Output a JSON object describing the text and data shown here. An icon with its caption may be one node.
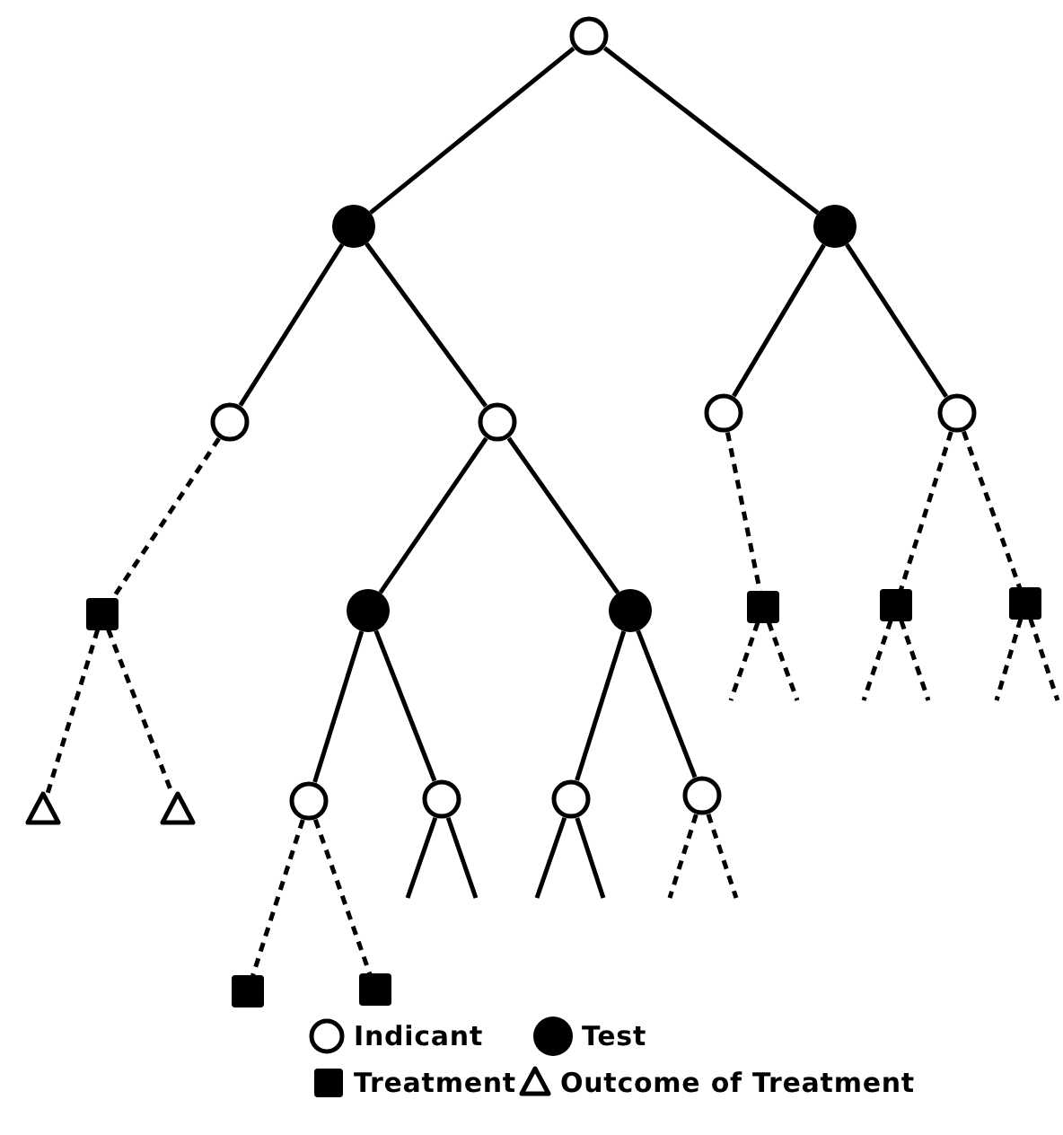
{
  "diagram": {
    "nodes": [
      {
        "text": [],
        "shape": "circle"
      },
      {
        "text": [],
        "shape": "dot"
      },
      {
        "text": [],
        "shape": "dot"
      },
      {
        "text": [],
        "shape": "circle"
      },
      {
        "text": [],
        "shape": "circle"
      },
      {
        "text": [],
        "shape": "circle"
      },
      {
        "text": [],
        "shape": "circle"
      },
      {
        "text": [],
        "shape": "square"
      },
      {
        "text": [],
        "shape": "dot"
      },
      {
        "text": [],
        "shape": "dot"
      },
      {
        "text": [],
        "shape": "square"
      },
      {
        "text": [],
        "shape": "square"
      },
      {
        "text": [],
        "shape": "square"
      },
      {
        "text": [],
        "shape": "triangle"
      },
      {
        "text": [],
        "shape": "triangle"
      },
      {
        "text": [],
        "shape": "circle"
      },
      {
        "text": [],
        "shape": "circle"
      },
      {
        "text": [],
        "shape": "circle"
      },
      {
        "text": [],
        "shape": "circle"
      },
      {
        "text": [],
        "shape": "square"
      },
      {
        "text": [],
        "shape": "square"
      }
    ],
    "edges": [
      {
        "from": 0,
        "to": 1,
        "arrow": "none"
      },
      {
        "from": 0,
        "to": 2,
        "arrow": "none"
      },
      {
        "from": 1,
        "to": 3,
        "arrow": "none"
      },
      {
        "from": 1,
        "to": 4,
        "arrow": "none"
      },
      {
        "from": 2,
        "to": 5,
        "arrow": "none"
      },
      {
        "from": 2,
        "to": 6,
        "arrow": "none"
      },
      {
        "from": 3,
        "to": 7,
        "arrow": "none",
        "style": "dashed"
      },
      {
        "from": 4,
        "to": 8,
        "arrow": "none"
      },
      {
        "from": 4,
        "to": 9,
        "arrow": "none"
      },
      {
        "from": 5,
        "to": 10,
        "arrow": "none",
        "style": "dashed"
      },
      {
        "from": 6,
        "to": 11,
        "arrow": "none",
        "style": "dashed"
      },
      {
        "from": 6,
        "to": 12,
        "arrow": "none",
        "style": "dashed"
      },
      {
        "from": 7,
        "to": 13,
        "arrow": "none",
        "style": "dashed"
      },
      {
        "from": 7,
        "to": 14,
        "arrow": "none",
        "style": "dashed"
      },
      {
        "from": 8,
        "to": 15,
        "arrow": "none"
      },
      {
        "from": 8,
        "to": 16,
        "arrow": "none"
      },
      {
        "from": 9,
        "to": 17,
        "arrow": "none"
      },
      {
        "from": 9,
        "to": 18,
        "arrow": "none"
      },
      {
        "from": 10,
        "to": null,
        "arrow": "none",
        "style": "dashed"
      },
      {
        "from": 10,
        "to": null,
        "arrow": "none",
        "style": "dashed"
      },
      {
        "from": 11,
        "to": null,
        "arrow": "none",
        "style": "dashed"
      },
      {
        "from": 11,
        "to": null,
        "arrow": "none",
        "style": "dashed"
      },
      {
        "from": 12,
        "to": null,
        "arrow": "none",
        "style": "dashed"
      },
      {
        "from": 12,
        "to": null,
        "arrow": "none",
        "style": "dashed"
      },
      {
        "from": 15,
        "to": 19,
        "arrow": "none",
        "style": "dashed"
      },
      {
        "from": 15,
        "to": 20,
        "arrow": "none",
        "style": "dashed"
      },
      {
        "from": 16,
        "to": null,
        "arrow": "none"
      },
      {
        "from": 16,
        "to": null,
        "arrow": "none"
      },
      {
        "from": 17,
        "to": null,
        "arrow": "none"
      },
      {
        "from": 17,
        "to": null,
        "arrow": "none"
      },
      {
        "from": 18,
        "to": null,
        "arrow": "none",
        "style": "dashed"
      },
      {
        "from": 18,
        "to": null,
        "arrow": "none",
        "style": "dashed"
      }
    ],
    "legend": [
      {
        "text": "Indicant"
      },
      {
        "text": "Test"
      },
      {
        "text": "Treatment"
      },
      {
        "text": "Outcome of Treatment"
      }
    ]
  }
}
